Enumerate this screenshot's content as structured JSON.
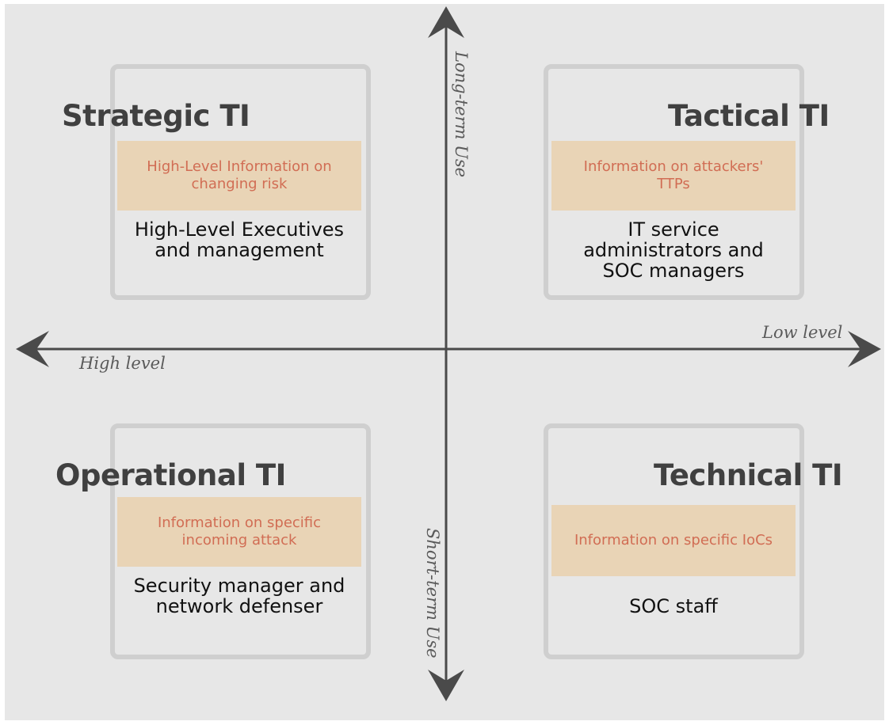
{
  "axes": {
    "vertical_top": "Long-term Use",
    "vertical_bottom": "Short-term Use",
    "horizontal_left": "High level",
    "horizontal_right": "Low level"
  },
  "quadrants": {
    "strategic": {
      "title": "Strategic TI",
      "info": "High-Level Information on changing risk",
      "audience": "High-Level Executives and management"
    },
    "tactical": {
      "title": "Tactical TI",
      "info": "Information on attackers' TTPs",
      "audience": "IT service administrators and SOC managers"
    },
    "operational": {
      "title": "Operational TI",
      "info": "Information on specific incoming attack",
      "audience": "Security manager and network defenser"
    },
    "technical": {
      "title": "Technical TI",
      "info": "Information on specific IoCs",
      "audience": "SOC staff"
    }
  },
  "colors": {
    "background": "#e7e7e7",
    "frame": "#cfcfcf",
    "band": "#e9d4b6",
    "band_text": "#d16d54",
    "axis": "#4a4a4a"
  }
}
